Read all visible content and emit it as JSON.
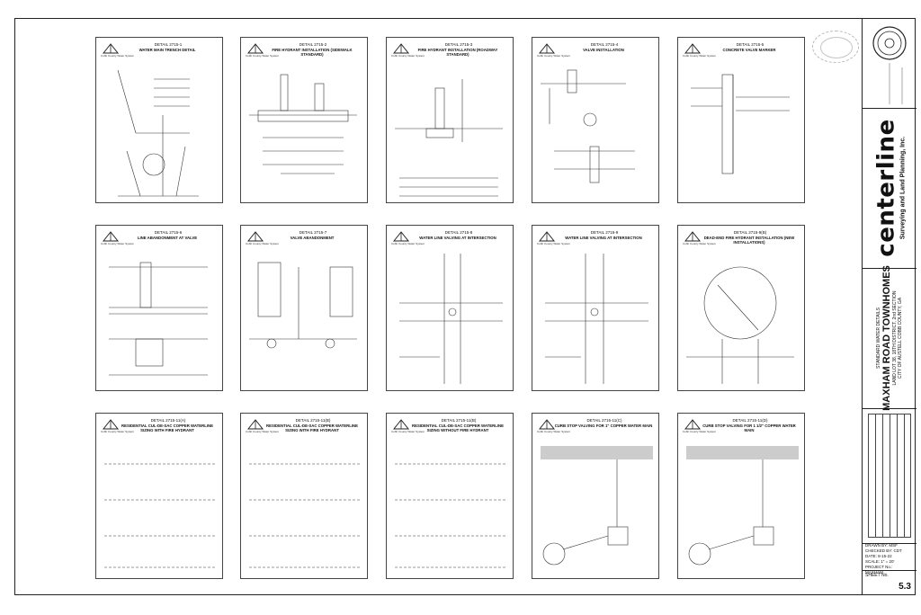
{
  "company": {
    "name": "centerline",
    "subtitle": "Surveying and Land Planning, Inc."
  },
  "project": {
    "header": "STANDARD WATER DETAILS",
    "name": "MAXHAM ROAD TOWNHOMES",
    "line1": "LAND LOT 38, 18TH DISTRICT, 2nd SECTION",
    "line2": "CITY OF AUSTELL COBB COUNTY, GA"
  },
  "info": {
    "drawn_by": "DRAWN BY: MSF",
    "checked_by": "CHECKED BY: CDT",
    "date": "DATE: 8-15-22",
    "scale": "SCALE: 1\" = 20'",
    "project_no": "PROJECT No.:",
    "project_val": "MAXHAM"
  },
  "sheet": {
    "label": "SHEET No.",
    "number": "5.3"
  },
  "panels": [
    {
      "detail": "DETAIL 2715-1",
      "title": "WATER MAIN TRENCH DETAIL",
      "brand": "Cobb County Water System"
    },
    {
      "detail": "DETAIL 2715-2",
      "title": "FIRE HYDRANT INSTALLATION (SIDEWALK STANDARD)",
      "brand": "Cobb County Water System"
    },
    {
      "detail": "DETAIL 2715-3",
      "title": "FIRE HYDRANT INSTALLATION (ROADWAY STANDARD)",
      "brand": "Cobb County Water System"
    },
    {
      "detail": "DETAIL 2715-4",
      "title": "VALVE INSTALLATION",
      "brand": "Cobb County Water System"
    },
    {
      "detail": "DETAIL 2715-5",
      "title": "CONCRETE VALVE MARKER",
      "brand": "Cobb County Water System"
    },
    {
      "detail": "DETAIL 2715-6",
      "title": "LINE ABANDONMENT AT VALVE",
      "brand": "Cobb County Water System"
    },
    {
      "detail": "DETAIL 2715-7",
      "title": "VALVE ABANDONMENT",
      "brand": "Cobb County Water System"
    },
    {
      "detail": "DETAIL 2715-8",
      "title": "WATER LINE VALVING AT INTERSECTION",
      "brand": "Cobb County Water System"
    },
    {
      "detail": "DETAIL 2715-9",
      "title": "WATER LINE VALVING AT INTERSECTION",
      "brand": "Cobb County Water System"
    },
    {
      "detail": "DETAIL 2715-9(B)",
      "title": "DEAD-END FIRE HYDRANT INSTALLATION (NEW INSTALLATIONS)",
      "brand": "Cobb County Water System"
    },
    {
      "detail": "DETAIL 2715-11(A)",
      "title": "RESIDENTIAL CUL-DE-SAC COPPER WATERLINE SIZING WITH FIRE HYDRANT",
      "brand": "Cobb County Water System"
    },
    {
      "detail": "DETAIL 2715-11(B)",
      "title": "RESIDENTIAL CUL-DE-SAC COPPER WATERLINE SIZING WITH FIRE HYDRANT",
      "brand": "Cobb County Water System"
    },
    {
      "detail": "DETAIL 2715-11(B)",
      "title": "RESIDENTIAL CUL-DE-SAC COPPER WATERLINE SIZING WITHOUT FIRE HYDRANT",
      "brand": "Cobb County Water System"
    },
    {
      "detail": "DETAIL 2715-11(C)",
      "title": "CURB STOP VALVING FOR 1\" COPPER WATER MAIN",
      "brand": "Cobb County Water System"
    },
    {
      "detail": "DETAIL 2715-11(D)",
      "title": "CURB STOP VALVING FOR 1 1/2\" COPPER WATER MAIN",
      "brand": "Cobb County Water System"
    }
  ]
}
